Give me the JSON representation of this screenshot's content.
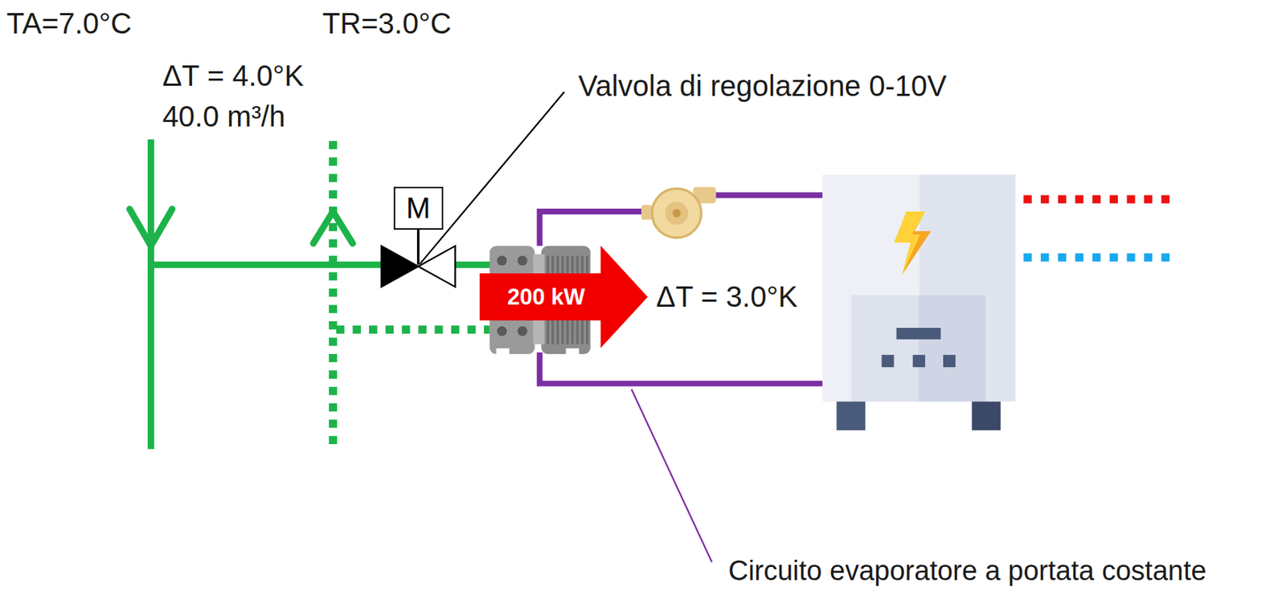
{
  "diagram": {
    "nodes": [
      {
        "text": [
          "M"
        ]
      },
      {
        "text": [
          "200 kW"
        ]
      }
    ],
    "labels": [
      "TA=7.0°C",
      "TR=3.0°C",
      "ΔT = 4.0°K",
      "40.0 m³/h",
      "Valvola di regolazione 0-10V",
      "ΔT = 3.0°K",
      "Circuito evaporatore a portata costante"
    ]
  }
}
